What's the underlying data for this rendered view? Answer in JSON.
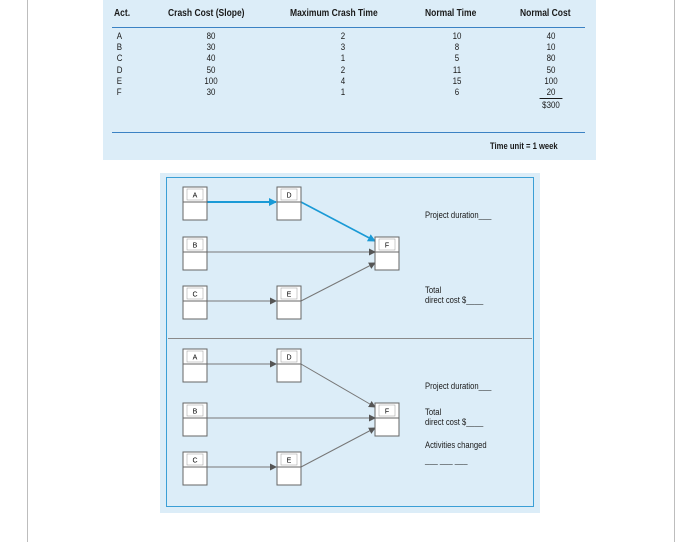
{
  "table": {
    "headers": [
      "Act.",
      "Crash Cost (Slope)",
      "Maximum Crash Time",
      "Normal Time",
      "Normal Cost"
    ],
    "rows": [
      {
        "act": "A",
        "crash_cost": "80",
        "max_crash": "2",
        "normal_time": "10",
        "normal_cost": "40"
      },
      {
        "act": "B",
        "crash_cost": "30",
        "max_crash": "3",
        "normal_time": "8",
        "normal_cost": "10"
      },
      {
        "act": "C",
        "crash_cost": "40",
        "max_crash": "1",
        "normal_time": "5",
        "normal_cost": "80"
      },
      {
        "act": "D",
        "crash_cost": "50",
        "max_crash": "2",
        "normal_time": "11",
        "normal_cost": "50"
      },
      {
        "act": "E",
        "crash_cost": "100",
        "max_crash": "4",
        "normal_time": "15",
        "normal_cost": "100"
      },
      {
        "act": "F",
        "crash_cost": "30",
        "max_crash": "1",
        "normal_time": "6",
        "normal_cost": "20"
      }
    ],
    "total_cost": "$300",
    "time_unit": "Time unit = 1 week"
  },
  "network_top": {
    "nodes": [
      "A",
      "B",
      "C",
      "D",
      "E",
      "F"
    ],
    "project_duration_label": "Project duration___",
    "total_label": "Total",
    "direct_cost_label": "direct cost  $____"
  },
  "network_bottom": {
    "nodes": [
      "A",
      "B",
      "C",
      "D",
      "E",
      "F"
    ],
    "project_duration_label": "Project duration___",
    "total_label": "Total",
    "direct_cost_label": "direct cost  $____",
    "activities_changed_label": "Activities changed",
    "blanks": "___ ___ ___"
  },
  "colors": {
    "panel": "#dcedf8",
    "accent": "#3b9fd6",
    "critical": "#1a9ad6"
  }
}
